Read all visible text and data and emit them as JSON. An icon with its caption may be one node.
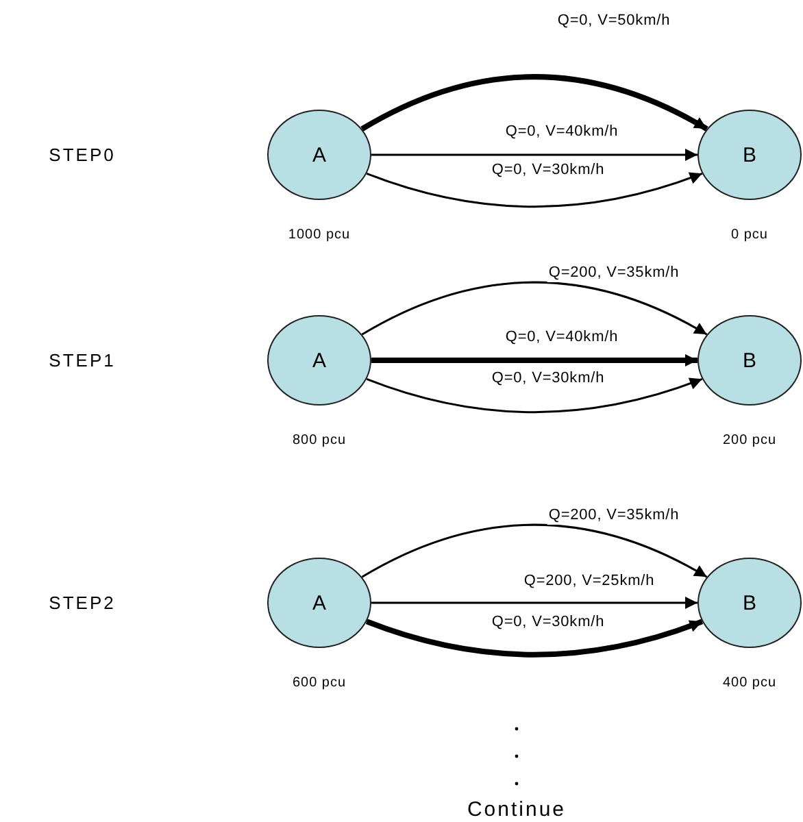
{
  "diagram": {
    "nodes": [
      {
        "text": [
          "A"
        ],
        "beside": [
          "1000 pcu"
        ]
      },
      {
        "text": [
          "B"
        ],
        "beside": [
          "0 pcu"
        ]
      },
      {
        "text": [
          "A"
        ],
        "beside": [
          "800 pcu"
        ]
      },
      {
        "text": [
          "B"
        ],
        "beside": [
          "200 pcu"
        ]
      },
      {
        "text": [
          "A"
        ],
        "beside": [
          "600 pcu"
        ]
      },
      {
        "text": [
          "B"
        ],
        "beside": [
          "400 pcu"
        ]
      }
    ],
    "edges": [
      {
        "from": 0,
        "to": 1,
        "arrow": "to",
        "label": "Q=0, V=50km/h",
        "style": "thick"
      },
      {
        "from": 0,
        "to": 1,
        "arrow": "to",
        "label": "Q=0, V=40km/h"
      },
      {
        "from": 0,
        "to": 1,
        "arrow": "to",
        "label": "Q=0, V=30km/h"
      },
      {
        "from": 2,
        "to": 3,
        "arrow": "to",
        "label": "Q=200, V=35km/h"
      },
      {
        "from": 2,
        "to": 3,
        "arrow": "to",
        "label": "Q=0, V=40km/h",
        "style": "thick"
      },
      {
        "from": 2,
        "to": 3,
        "arrow": "to",
        "label": "Q=0, V=30km/h"
      },
      {
        "from": 4,
        "to": 5,
        "arrow": "to",
        "label": "Q=200, V=35km/h"
      },
      {
        "from": 4,
        "to": 5,
        "arrow": "to",
        "label": "Q=200, V=25km/h"
      },
      {
        "from": 4,
        "to": 5,
        "arrow": "to",
        "label": "Q=0, V=30km/h",
        "style": "thick"
      }
    ],
    "labels": [
      "STEP0",
      "STEP1",
      "STEP2",
      "Continue"
    ]
  }
}
